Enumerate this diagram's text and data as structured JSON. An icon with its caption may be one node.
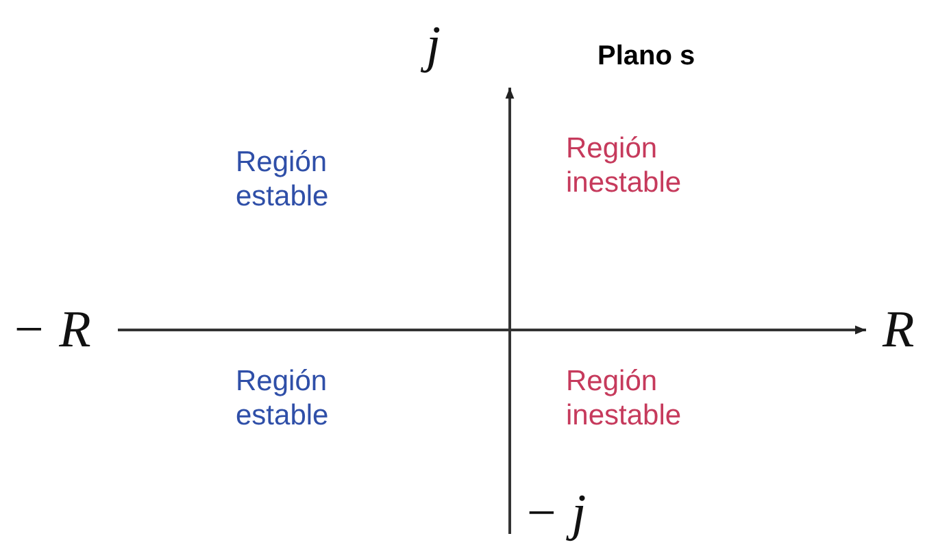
{
  "diagram": {
    "title": "Plano s",
    "labels": [
      "j",
      "Región estable",
      "Región inestable",
      "− R",
      "R",
      "Región estable",
      "Región inestable",
      "− j"
    ]
  }
}
